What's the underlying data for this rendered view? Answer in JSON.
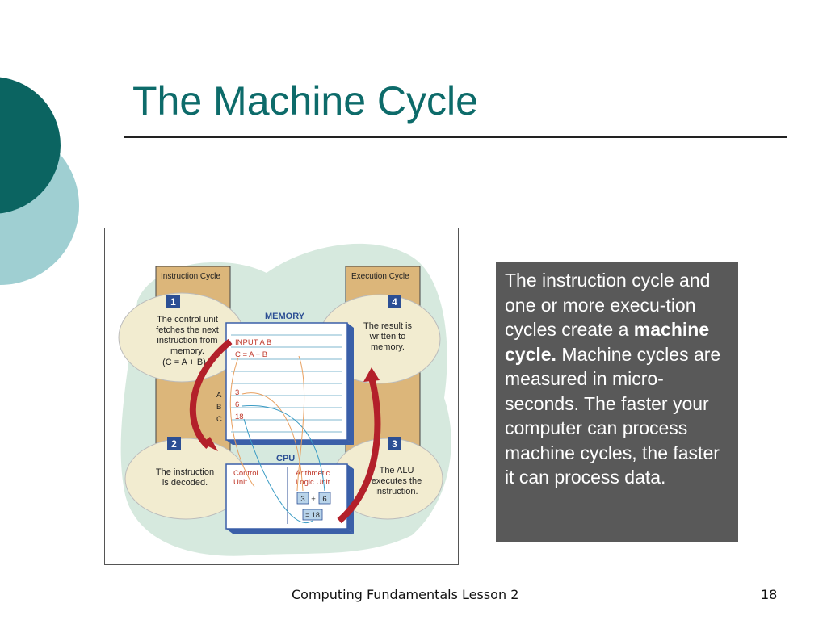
{
  "slide": {
    "title": "The Machine Cycle",
    "footer": "Computing Fundamentals Lesson 2",
    "page_number": "18",
    "colors": {
      "title": "#0d6b6a",
      "circle_dark": "#0b6461",
      "circle_light": "#9fcfd2",
      "callout_bg": "#595959"
    }
  },
  "callout": {
    "text_before": "The instruction cycle and one or more execu-tion cycles create a ",
    "bold": "machine cycle.",
    "text_after": " Machine cycles are measured in micro-seconds. The faster your computer can process machine cycles, the faster it can process data."
  },
  "diagram": {
    "instruction_cycle_label": "Instruction Cycle",
    "execution_cycle_label": "Execution Cycle",
    "memory_label": "MEMORY",
    "cpu_label": "CPU",
    "steps": [
      {
        "number": "1",
        "lines": [
          "The control unit",
          "fetches the next",
          "instruction from",
          "memory.",
          "(C = A + B)"
        ]
      },
      {
        "number": "2",
        "lines": [
          "The instruction",
          "is decoded."
        ]
      },
      {
        "number": "3",
        "lines": [
          "The ALU",
          "executes the",
          "instruction."
        ]
      },
      {
        "number": "4",
        "lines": [
          "The result is",
          "written to",
          "memory."
        ]
      }
    ],
    "memory_lines": [
      "INPUT A B",
      "C = A + B"
    ],
    "registers": [
      {
        "name": "A",
        "value": "3"
      },
      {
        "name": "B",
        "value": "6"
      },
      {
        "name": "C",
        "value": "18"
      }
    ],
    "control_unit_lines": [
      "Control",
      "Unit"
    ],
    "alu_lines": [
      "Arithmetic",
      "Logic Unit"
    ],
    "alu_op": {
      "a": "3",
      "op": "+",
      "b": "6",
      "result": "= 18"
    }
  }
}
